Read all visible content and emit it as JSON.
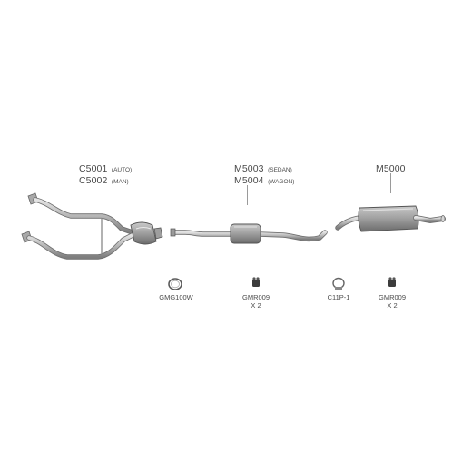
{
  "callouts": {
    "c5001": {
      "code": "C5001",
      "note": "(AUTO)"
    },
    "c5002": {
      "code": "C5002",
      "note": "(MAN)"
    },
    "m5003": {
      "code": "M5003",
      "note": "(SEDAN)"
    },
    "m5004": {
      "code": "M5004",
      "note": "(WAGON)"
    },
    "m5000": {
      "code": "M5000"
    }
  },
  "hardware": [
    {
      "code": "GMG100W"
    },
    {
      "code": "GMR009",
      "qty": "X 2"
    },
    {
      "code": "C11P-1"
    },
    {
      "code": "GMR009",
      "qty": "X 2"
    }
  ]
}
